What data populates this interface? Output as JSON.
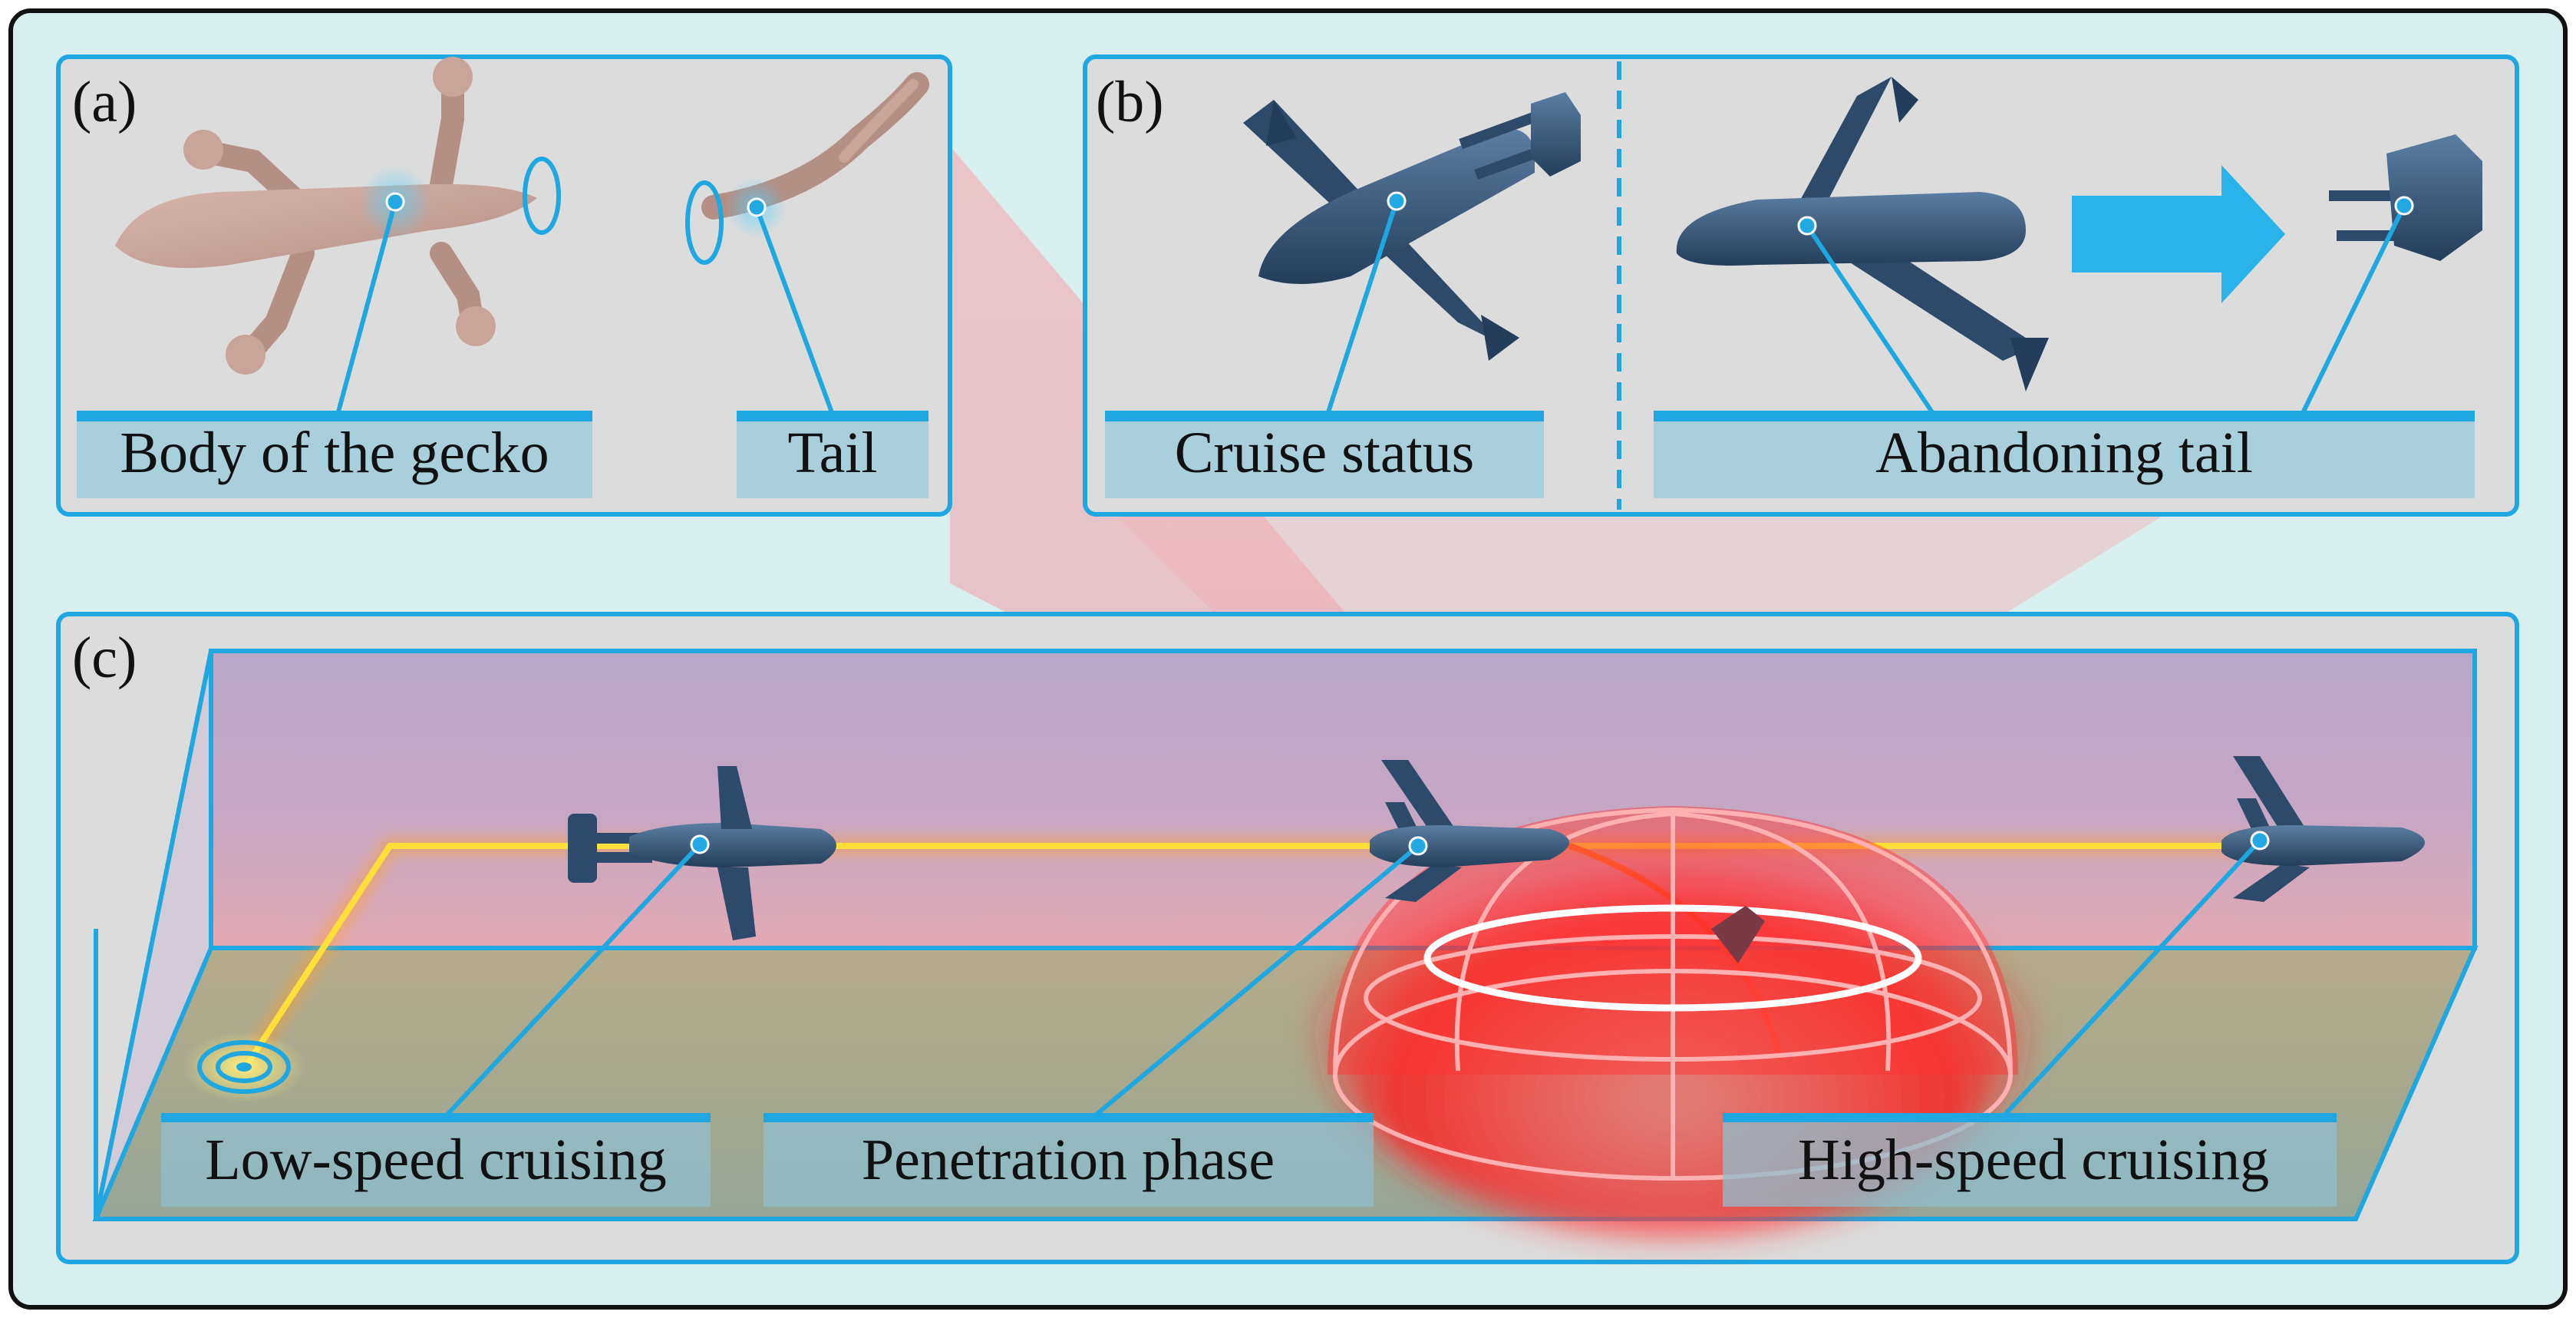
{
  "panels": {
    "a": {
      "tag": "(a)",
      "labels": {
        "body": "Body of the gecko",
        "tail": "Tail"
      }
    },
    "b": {
      "tag": "(b)",
      "labels": {
        "cruise": "Cruise status",
        "abandon": "Abandoning tail"
      }
    },
    "c": {
      "tag": "(c)",
      "labels": {
        "low": "Low-speed cruising",
        "penetration": "Penetration phase",
        "high": "High-speed cruising"
      }
    }
  },
  "colors": {
    "accent": "#1ea7e1",
    "label_bg": "#a9cfdb",
    "panel_bg": "#dcdcdc",
    "outer_bg": "#d9efef",
    "aircraft": "#2e4a6b",
    "trajectory": "#ffe03a",
    "radar": "#ff2a2a",
    "gecko": "#c9a49a"
  },
  "icons": {
    "gecko_body": "gecko-body-icon",
    "gecko_tail": "gecko-tail-icon",
    "aircraft": "aircraft-icon",
    "tail_module": "tail-module-icon",
    "arrow": "right-arrow-icon",
    "radar_dome": "radar-dome-icon",
    "launch_marker": "launch-marker-icon"
  }
}
